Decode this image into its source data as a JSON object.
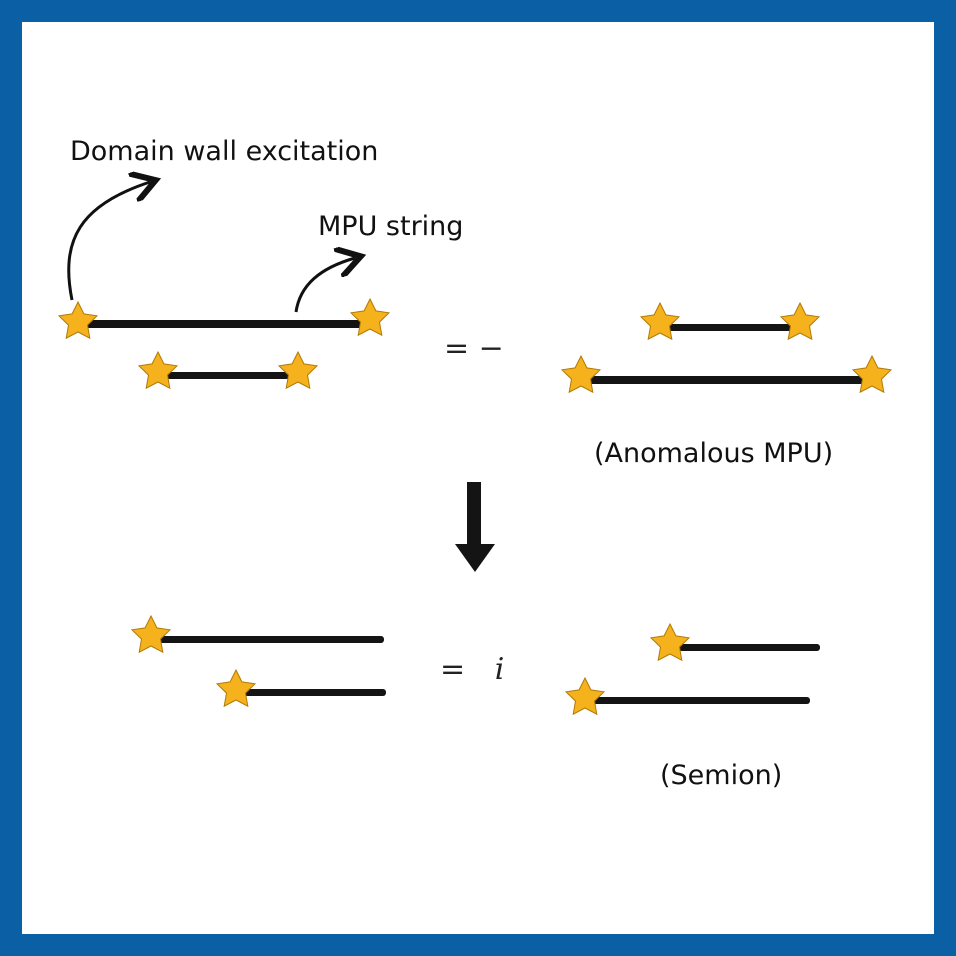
{
  "labels": {
    "domain_wall": "Domain wall excitation",
    "mpu_string": "MPU string",
    "anomalous": "(Anomalous MPU)",
    "semion": "(Semion)"
  },
  "equations": {
    "top": "= −",
    "bottom_eq": "=",
    "bottom_phase": "i"
  },
  "colors": {
    "border": "#0b5fa5",
    "star": "#f5b21c",
    "string": "#141414"
  }
}
